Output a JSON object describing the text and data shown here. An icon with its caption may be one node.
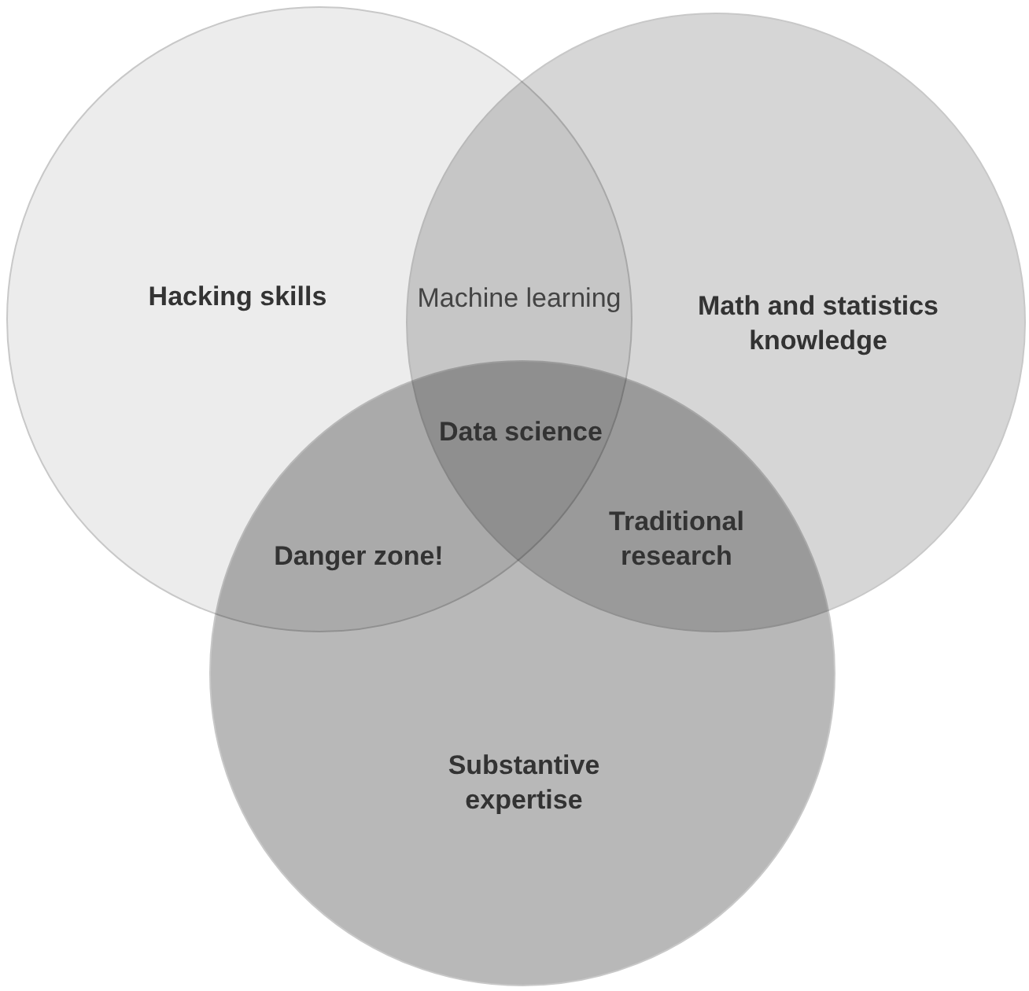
{
  "diagram": {
    "nodes": [
      {
        "text": [
          "Hacking skills"
        ]
      },
      {
        "text": [
          "Math and statistics knowledge"
        ]
      },
      {
        "text": [
          "Substantive expertise"
        ]
      }
    ],
    "labels": [
      "Machine learning",
      "Data science",
      "Danger zone!",
      "Traditional research"
    ]
  }
}
